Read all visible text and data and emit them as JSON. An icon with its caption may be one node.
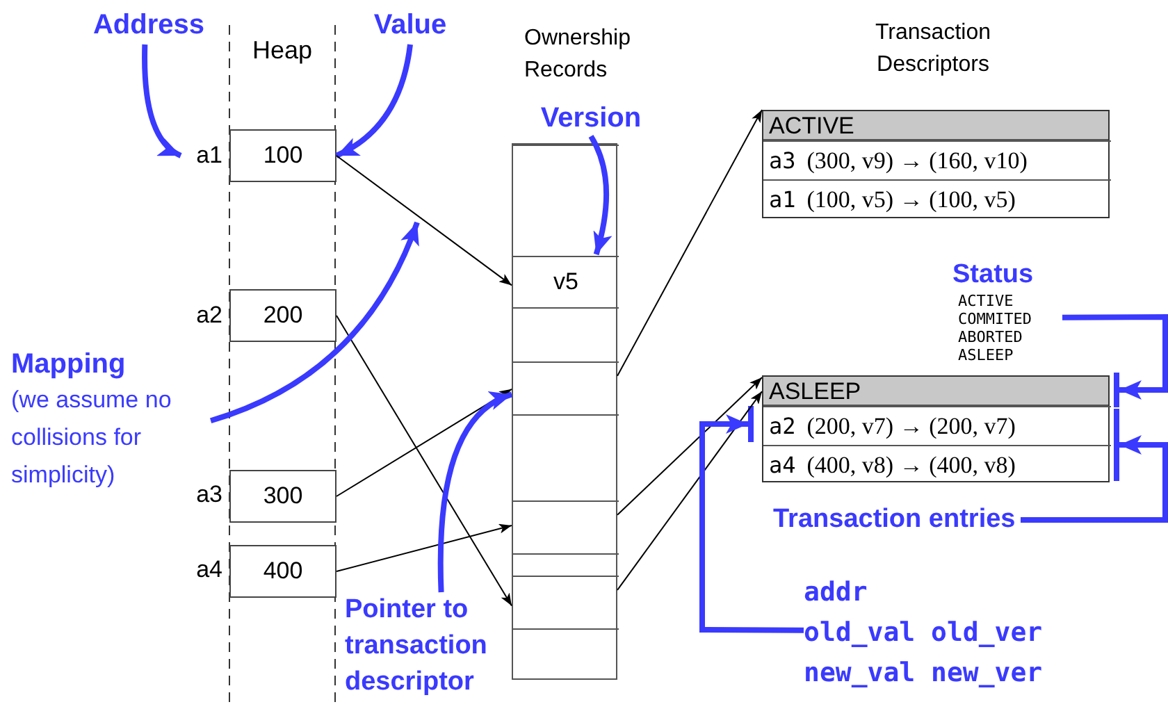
{
  "diagram": {
    "nodes": [
      {
        "text": [
          "Address"
        ]
      },
      {
        "text": [
          "Value"
        ]
      },
      {
        "text": [
          "Ownership Records"
        ]
      },
      {
        "text": [],
        "shape": "box",
        "in": 2
      },
      {
        "text": [
          "v5"
        ],
        "in": 2
      },
      {
        "text": [],
        "shape": "box",
        "in": 2
      },
      {
        "text": [],
        "shape": "box",
        "in": 2
      },
      {
        "text": [],
        "shape": "box",
        "in": 2
      },
      {
        "text": [],
        "shape": "box",
        "in": 2
      },
      {
        "text": [],
        "shape": "box",
        "in": 2
      },
      {
        "text": [],
        "shape": "box",
        "in": 2
      },
      {
        "text": [],
        "shape": "box",
        "in": 2
      },
      {
        "text": [
          "Version"
        ]
      },
      {
        "text": [
          "ACTIVE"
        ]
      },
      {
        "text": [
          "a3",
          "(300, v9) → (160, v10)"
        ],
        "in": 13
      },
      {
        "text": [
          "a1",
          "(100, v5) → (100, v5)"
        ],
        "in": 13
      },
      {
        "text": [
          "a1"
        ]
      },
      {
        "text": [
          "100"
        ]
      },
      {
        "text": [
          "a2"
        ]
      },
      {
        "text": [
          "200"
        ]
      },
      {
        "text": [
          "Status",
          "ACTIVE",
          "COMMITED",
          "ABORTED",
          "ASLEEP"
        ]
      },
      {
        "text": [],
        "shape": "bar"
      },
      {
        "text": [
          "ASLEEP"
        ]
      },
      {
        "text": [],
        "shape": "bar"
      },
      {
        "text": [
          "a2",
          "(200, v7) → (200, v7)"
        ],
        "in": 22
      },
      {
        "text": [
          "a4",
          "(400, v8) → (400, v8)"
        ],
        "in": 22
      },
      {
        "text": [],
        "shape": "bar"
      },
      {
        "text": [
          "Mapping",
          "(we assume no collisions for simplicity)"
        ]
      },
      {
        "text": [
          "a3"
        ]
      },
      {
        "text": [
          "300"
        ]
      },
      {
        "text": [
          "a4"
        ]
      },
      {
        "text": [
          "400"
        ]
      },
      {
        "text": [
          "Transaction entries"
        ]
      },
      {
        "text": [
          "Pointer to transaction descriptor"
        ]
      },
      {
        "text": [
          "addr",
          "old_val old_ver",
          "new_val new_ver"
        ]
      }
    ],
    "edges": [
      {
        "from": 0,
        "to": 16,
        "arrow": "to"
      },
      {
        "from": 1,
        "to": 17,
        "arrow": "to"
      },
      {
        "from": 17,
        "to": 4,
        "arrow": "to",
        "color": "#000000"
      },
      {
        "from": 19,
        "to": 10,
        "arrow": "to",
        "color": "#000000"
      },
      {
        "from": 29,
        "to": 6,
        "arrow": "to",
        "color": "#000000"
      },
      {
        "from": 31,
        "to": 8,
        "arrow": "to",
        "color": "#000000"
      },
      {
        "from": 6,
        "to": 13,
        "arrow": "to",
        "color": "#000000"
      },
      {
        "from": 8,
        "to": 22,
        "arrow": "to",
        "color": "#000000"
      },
      {
        "from": 10,
        "to": 22,
        "arrow": "to",
        "color": "#000000"
      },
      {
        "from": 12,
        "to": 4,
        "arrow": "to"
      },
      {
        "from": 27,
        "to": null,
        "arrow": "to"
      },
      {
        "from": 33,
        "to": 6,
        "arrow": "to"
      },
      {
        "from": 20,
        "to": 21,
        "arrow": "to"
      },
      {
        "from": 32,
        "to": 26,
        "arrow": "to"
      },
      {
        "from": 34,
        "to": 23,
        "arrow": "to"
      }
    ],
    "labels": [
      "Heap",
      "Transaction Descriptors"
    ]
  }
}
